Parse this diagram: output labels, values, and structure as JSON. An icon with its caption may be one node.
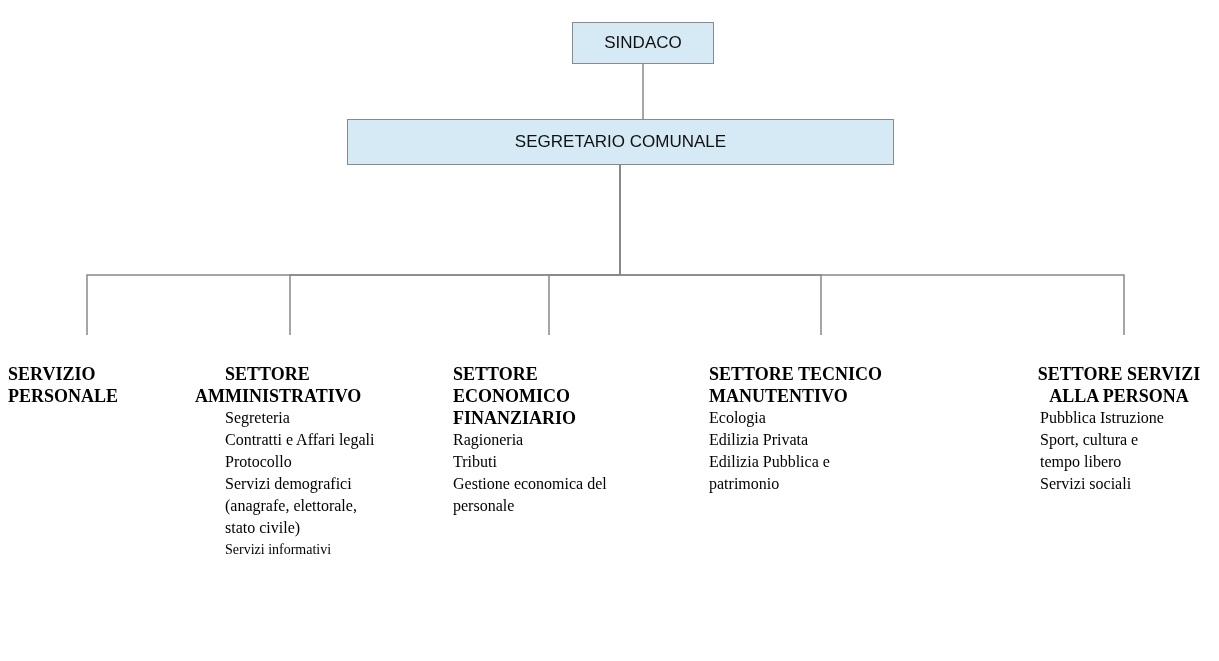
{
  "diagram": {
    "nodes": [
      {
        "text": [
          "SINDACO"
        ]
      },
      {
        "text": [
          "SEGRETARIO COMUNALE"
        ]
      },
      {
        "text": [
          "SERVIZIO PERSONALE"
        ]
      },
      {
        "text": [
          "SETTORE AMMINISTRATIVO",
          "Segreteria",
          "Contratti e Affari legali",
          "Protocollo",
          "Servizi demografici (anagrafe, elettorale, stato civile)",
          "Servizi informativi"
        ]
      },
      {
        "text": [
          "SETTORE ECONOMICO FINANZIARIO",
          "Ragioneria",
          "Tributi",
          "Gestione economica del personale"
        ]
      },
      {
        "text": [
          "SETTORE TECNICO MANUTENTIVO",
          "Ecologia",
          "Edilizia Privata",
          "Edilizia Pubblica e patrimonio"
        ]
      },
      {
        "text": [
          "SETTORE SERVIZI ALLA PERSONA",
          "Pubblica Istruzione",
          "Sport, cultura e tempo libero",
          "Servizi sociali"
        ]
      }
    ],
    "edges": [
      {
        "from": 0,
        "to": 1,
        "arrow": "none"
      },
      {
        "from": 1,
        "to": 2,
        "arrow": "none"
      },
      {
        "from": 1,
        "to": 3,
        "arrow": "none"
      },
      {
        "from": 1,
        "to": 4,
        "arrow": "none"
      },
      {
        "from": 1,
        "to": 5,
        "arrow": "none"
      },
      {
        "from": 1,
        "to": 6,
        "arrow": "none"
      }
    ]
  }
}
